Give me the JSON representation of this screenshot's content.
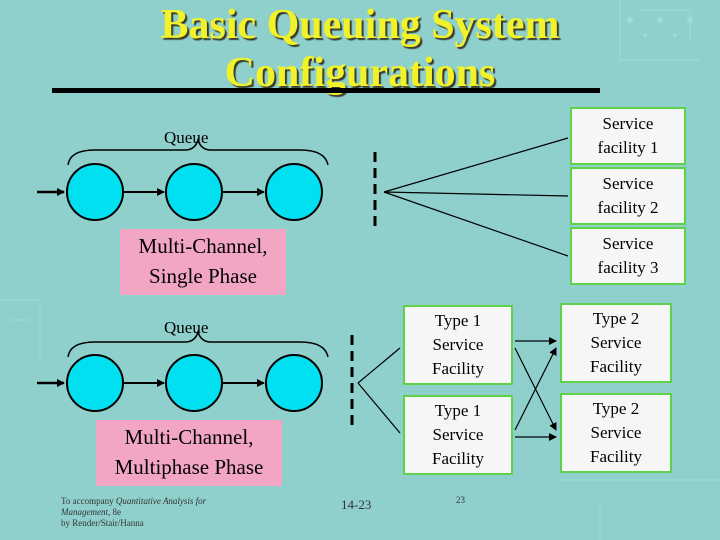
{
  "title": {
    "line1": "Basic Queuing System",
    "line2": "Configurations"
  },
  "top_section": {
    "queue_label": "Queue",
    "service_facilities": [
      {
        "line1": "Service",
        "line2": "facility 1"
      },
      {
        "line1": "Service",
        "line2": "facility 2"
      },
      {
        "line1": "Service",
        "line2": "facility 3"
      }
    ],
    "config_label": {
      "line1": "Multi-Channel,",
      "line2": "Single Phase"
    }
  },
  "bottom_section": {
    "queue_label": "Queue",
    "type1_facilities": [
      {
        "line1": "Type 1",
        "line2": "Service",
        "line3": "Facility"
      },
      {
        "line1": "Type 1",
        "line2": "Service",
        "line3": "Facility"
      }
    ],
    "type2_facilities": [
      {
        "line1": "Type 2",
        "line2": "Service",
        "line3": "Facility"
      },
      {
        "line1": "Type 2",
        "line2": "Service",
        "line3": "Facility"
      }
    ],
    "config_label": {
      "line1": "Multi-Channel,",
      "line2": "Multiphase Phase"
    }
  },
  "footer": {
    "accompany_prefix": "To accompany ",
    "book_title_part1": "Quantitative Analysis for",
    "book_title_part2": "Management",
    "edition": ", 8e",
    "authors": "by Render/Stair/Hanna",
    "slide_number": "14-23",
    "page_number": "23"
  },
  "colors": {
    "background": "#8fd0cc",
    "title": "#f2f22a",
    "circle_fill": "#00e0f0",
    "box_border": "#5fd24a",
    "config_box": "#f3a6c4"
  }
}
